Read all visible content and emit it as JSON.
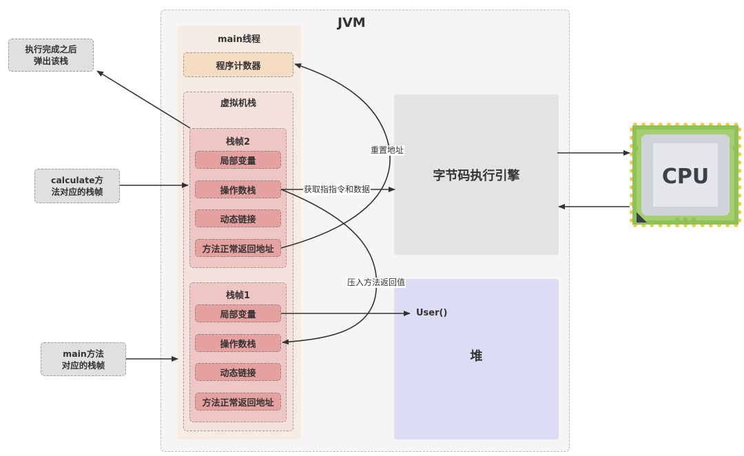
{
  "jvm": {
    "title": "JVM",
    "thread": {
      "title": "main线程",
      "program_counter": "程序计数器",
      "vm_stack": {
        "title": "虚拟机栈",
        "frames": [
          {
            "title": "栈帧2",
            "slots": [
              "局部变量",
              "操作数栈",
              "动态链接",
              "方法正常返回地址"
            ]
          },
          {
            "title": "栈帧1",
            "slots": [
              "局部变量",
              "操作数栈",
              "动态链接",
              "方法正常返回地址"
            ]
          }
        ]
      }
    },
    "execution_engine": "字节码执行引擎",
    "heap": {
      "title": "堆",
      "object": "User()"
    }
  },
  "notes": {
    "pop_after_done": [
      "执行完成之后",
      "弹出该栈"
    ],
    "calculate_frame": [
      "calculate方",
      "法对应的栈帧"
    ],
    "main_frame": [
      "main方法",
      "对应的栈帧"
    ]
  },
  "edge_labels": {
    "reset_address": "重置地址",
    "fetch_instructions": "获取指指令和数据",
    "push_return_value": "压入方法返回值"
  },
  "cpu": {
    "label": "CPU"
  },
  "colors": {
    "jvm_bg": "#f6f4f5",
    "thread_bg": "#f7ece4",
    "program_counter_bg": "#f4dcc3",
    "vm_stack_bg": "#f5e1de",
    "frame_bg": "#eec6c3",
    "slot_bg": "#e5a1a0",
    "engine_bg": "#e5e2e2",
    "heap_bg": "#dddcf5",
    "note_bg": "#e1dfdf",
    "cpu_green": "#8fc159",
    "cpu_pins": "#f6c944"
  }
}
